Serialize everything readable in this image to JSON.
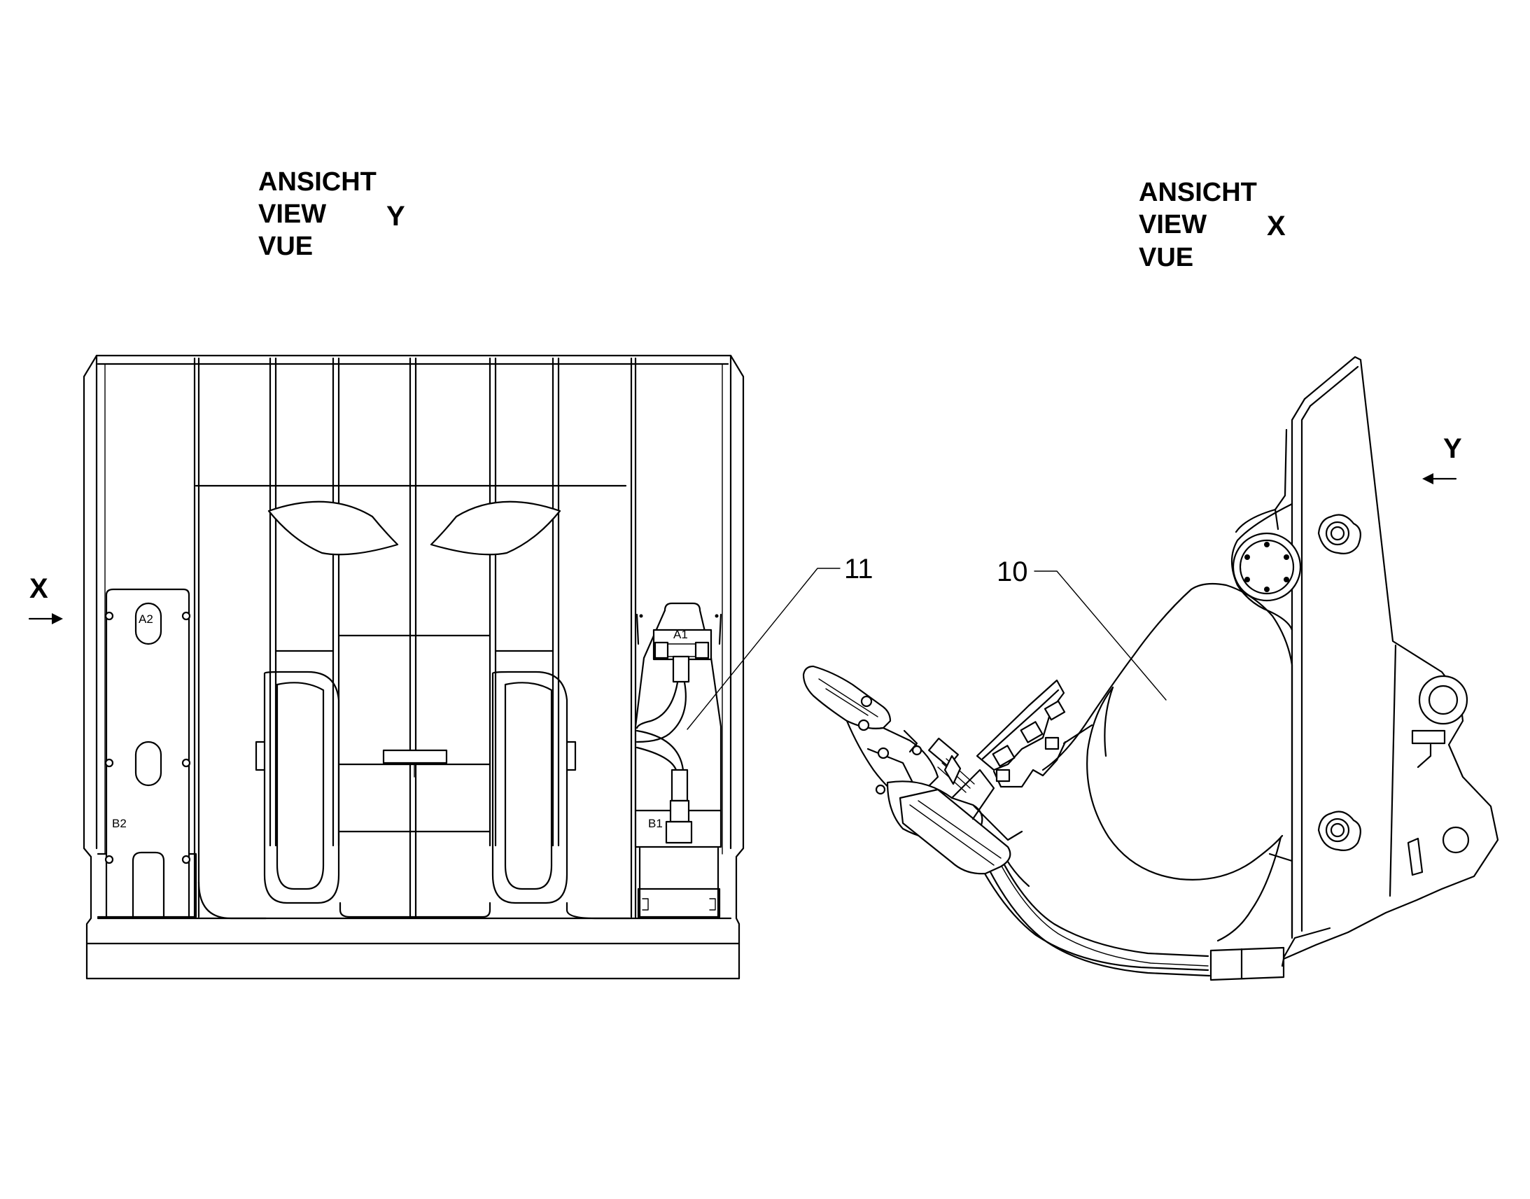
{
  "view_y": {
    "line1": "ANSICHT",
    "line2": "VIEW",
    "line3": "VUE",
    "letter": "Y"
  },
  "view_x": {
    "line1": "ANSICHT",
    "line2": "VIEW",
    "line3": "VUE",
    "letter": "X"
  },
  "arrows": {
    "left_label": "X",
    "right_label": "Y"
  },
  "callouts": {
    "item_11": "11",
    "item_10": "10"
  },
  "ports": {
    "a1": "A1",
    "a2": "A2",
    "b1": "B1",
    "b2": "B2"
  }
}
